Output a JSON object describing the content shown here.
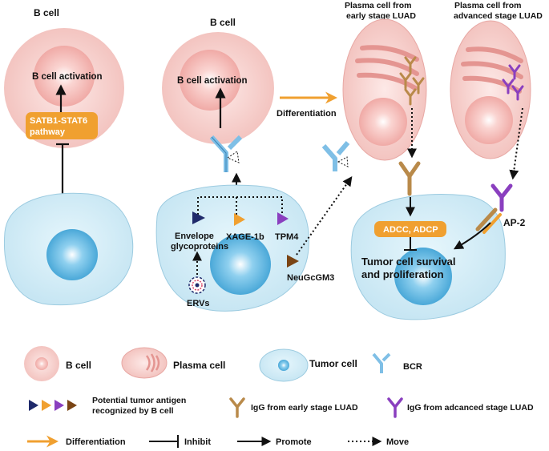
{
  "panels": {
    "left": {
      "title": "B cell",
      "activation": "B cell activation",
      "pathway_line1": "SATB1-STAT6",
      "pathway_line2": "pathway"
    },
    "middle": {
      "title": "B cell",
      "activation": "B cell activation",
      "differentiation": "Differentiation",
      "antigens": [
        "Envelope",
        "glycoproteins",
        "XAGE-1b",
        "TPM4",
        "ERVs",
        "NeuGcGM3"
      ]
    },
    "plasma_early": {
      "title_line1": "Plasma cell from",
      "title_line2": "early stage LUAD"
    },
    "plasma_advanced": {
      "title_line1": "Plasma cell from",
      "title_line2": "advanced stage LUAD"
    },
    "right": {
      "adcc": "ADCC, ADCP",
      "survival_line1": "Tumor cell survival",
      "survival_line2": "and proliferation",
      "ap2": "AP-2"
    }
  },
  "legend": {
    "b_cell": "B cell",
    "plasma_cell": "Plasma cell",
    "tumor_cell": "Tumor cell",
    "bcr": "BCR",
    "antigen_line1": "Potential tumor antigen",
    "antigen_line2": "recognized by B cell",
    "igg_early": "IgG from early stage LUAD",
    "igg_advanced": "IgG from adcanced stage LUAD",
    "differentiation": "Differentiation",
    "inhibit": "Inhibit",
    "promote": "Promote",
    "move": "Move"
  },
  "colors": {
    "bcell_fill": "#f4c9c6",
    "tumor_fill": "#cdeaf5",
    "orange": "#f0a030",
    "igg_early": "#b98a4a",
    "igg_advanced": "#8a3fbf",
    "bcr": "#7fbfe6",
    "navy": "#1f2a6b",
    "brown": "#7a4414"
  }
}
